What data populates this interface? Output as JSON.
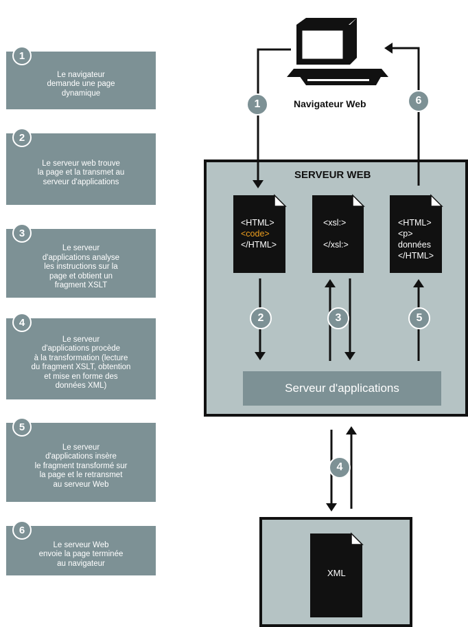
{
  "steps": [
    {
      "num": "1",
      "lines": [
        "Le navigateur",
        "demande une page",
        "dynamique"
      ]
    },
    {
      "num": "2",
      "lines": [
        "Le serveur web trouve",
        "la page et la transmet au",
        "serveur d'applications"
      ]
    },
    {
      "num": "3",
      "lines": [
        "Le serveur",
        "d'applications analyse",
        "les instructions sur la",
        "page et obtient un",
        "fragment XSLT"
      ]
    },
    {
      "num": "4",
      "lines": [
        "Le serveur",
        "d'applications procède",
        "à la transformation (lecture",
        "du fragment XSLT, obtention",
        "et mise en forme des",
        "données XML)"
      ]
    },
    {
      "num": "5",
      "lines": [
        "Le serveur",
        "d'applications insère",
        "le fragment transformé sur",
        "la page et le retransmet",
        "au serveur Web"
      ]
    },
    {
      "num": "6",
      "lines": [
        "Le serveur Web",
        "envoie la page terminée",
        "au navigateur"
      ]
    }
  ],
  "diagram": {
    "browser_label": "Navigateur Web",
    "server_title": "SERVEUR WEB",
    "app_server_label": "Serveur d'applications",
    "doc1": {
      "line1": "<HTML>",
      "line2": "<code>",
      "line3": "</HTML>"
    },
    "doc2": {
      "line1": "<xsl:>",
      "line2": "</xsl:>"
    },
    "doc3": {
      "line1": "<HTML>",
      "line2": "<p>",
      "line3": "données",
      "line4": "</HTML>"
    },
    "xml_doc_label": "XML",
    "arrow_numbers": [
      "1",
      "2",
      "3",
      "4",
      "5",
      "6"
    ]
  },
  "colors": {
    "panel": "#7d9195",
    "server_fill": "#b5c3c4",
    "code_highlight": "#f0a01e",
    "dark": "#111111"
  }
}
